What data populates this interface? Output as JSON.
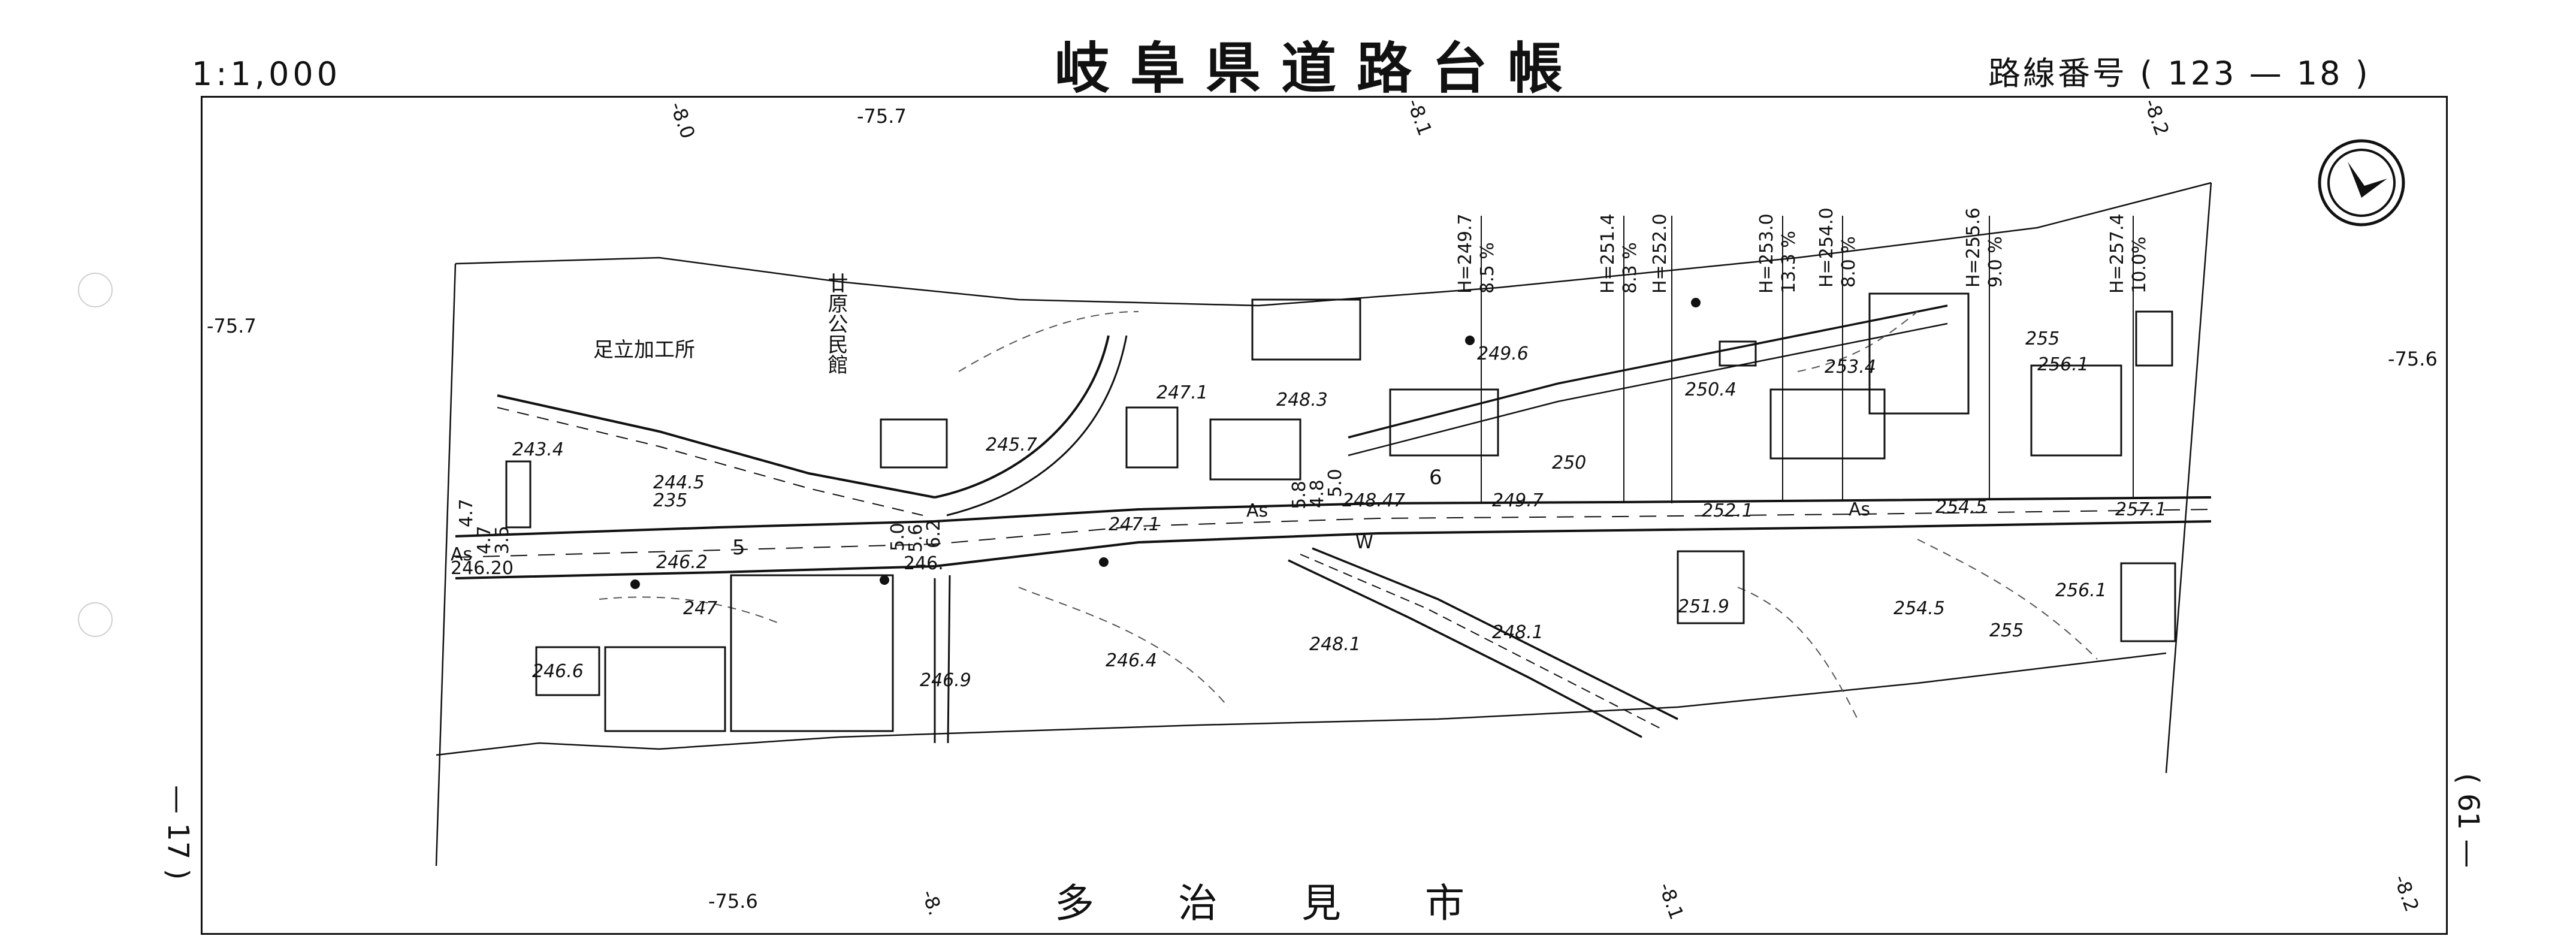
{
  "header": {
    "title": "岐阜県道路台帳",
    "scale": "1:1,000",
    "route_number": "路線番号 ( 123 — 18 )"
  },
  "margin_labels": {
    "left": "— 17 )",
    "right": "( 61 —"
  },
  "grid_ticks": [
    "-75.7",
    "-8.0",
    "-75.7",
    "-8.1",
    "-8.2",
    "-75.6",
    "-75.6",
    "-8.",
    "-8.1",
    "-8.2"
  ],
  "place_names": {
    "factory": "足立加工所",
    "community_hall": "廿原公民館",
    "city": "多治見市"
  },
  "road": {
    "pavement_left": "As",
    "pavement_mid": "As",
    "pavement_right": "As",
    "section_5": "5",
    "section_6": "6",
    "water": "W",
    "road_width_left": "4.7",
    "road_width_left_2": "4.7",
    "road_width_left_3": "3.5",
    "road_widths_mid": [
      "5.0",
      "5.6",
      "6.2"
    ],
    "road_widths_mid2": [
      "5.8",
      "4.8",
      "5.0"
    ],
    "road_widths_bottom": [
      "246.20",
      "246."
    ]
  },
  "gradients": [
    {
      "height": "H=249.7",
      "grade": "8.5 %"
    },
    {
      "height": "H=251.4",
      "grade": "8.3 %"
    },
    {
      "height": "H=252.0",
      "grade": ""
    },
    {
      "height": "H=253.0",
      "grade": "13.3 %"
    },
    {
      "height": "H=254.0",
      "grade": "8.0 %"
    },
    {
      "height": "H=255.6",
      "grade": "9.0 %"
    },
    {
      "height": "H=257.4",
      "grade": "10.0%"
    }
  ],
  "spot_heights": [
    "243.4",
    "244.5",
    "235",
    "245.7",
    "247.1",
    "248.3",
    "249.6",
    "250.4",
    "253.4",
    "255",
    "256.1",
    "250",
    "249.7",
    "252.1",
    "254.5",
    "257.1",
    "248.47",
    "247.1",
    "246.2",
    "247",
    "246.6",
    "246.9",
    "246.4",
    "248.1",
    "248.1",
    "251.9",
    "254.5",
    "255",
    "256.1"
  ],
  "icons": [
    "north-arrow-icon",
    "registration-hole-icon"
  ]
}
